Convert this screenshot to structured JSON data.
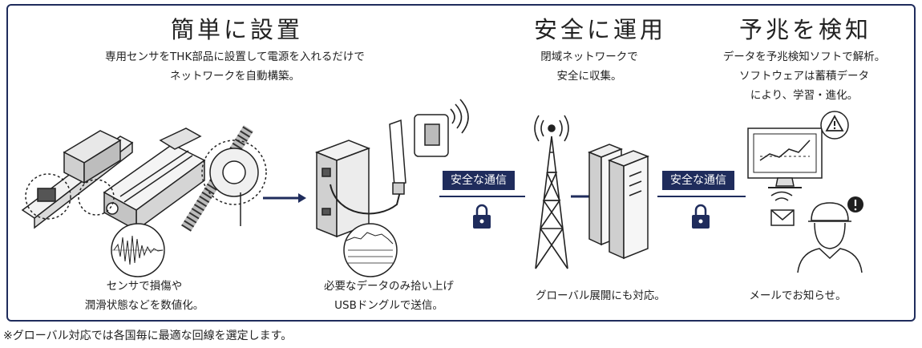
{
  "sections": [
    {
      "title": "簡単に設置",
      "desc": [
        "専用センサをTHK部品に設置して電源を入れるだけで",
        "ネットワークを自動構築。"
      ]
    },
    {
      "title": "安全に運用",
      "desc": [
        "閉域ネットワークで",
        "安全に収集。"
      ]
    },
    {
      "title": "予兆を検知",
      "desc": [
        "データを予兆検知ソフトで解析。",
        "ソフトウェアは蓄積データ",
        "により、学習・進化。"
      ]
    }
  ],
  "captions": {
    "sensor": [
      "センサで損傷や",
      "潤滑状態などを数値化。"
    ],
    "dongle": [
      "必要なデータのみ拾い上げ",
      "USBドングルで送信。"
    ],
    "global": "グローバル展開にも対応。",
    "mail": "メールでお知らせ。"
  },
  "badges": [
    "安全な通信",
    "安全な通信"
  ],
  "footnote": "※グローバル対応では各国毎に最適な回線を選定します。",
  "colors": {
    "navy": "#1f2c5c",
    "line": "#222222"
  },
  "icons": [
    "lm-guide",
    "ball-screw",
    "vibration-wave",
    "gateway-box",
    "usb-dongle",
    "sim-card",
    "wifi-signal",
    "lock-icon",
    "radio-tower",
    "server",
    "monitor-chart",
    "warning-icon",
    "mail-icon",
    "worker-helmet",
    "exclamation-icon"
  ]
}
